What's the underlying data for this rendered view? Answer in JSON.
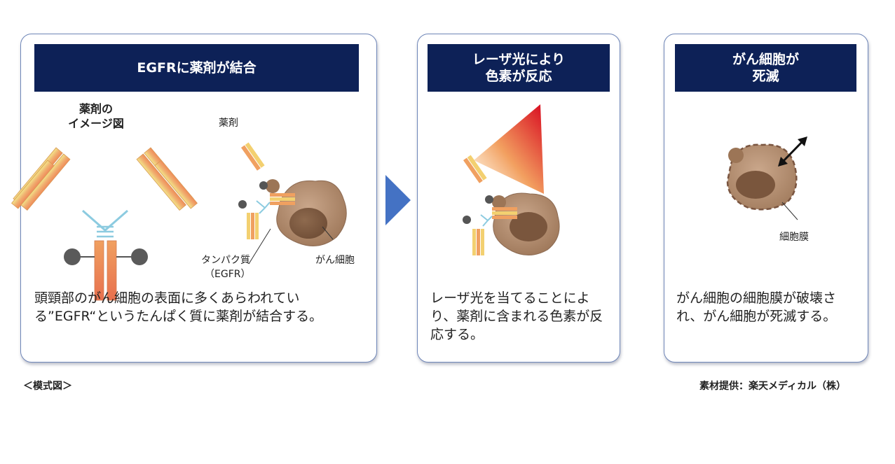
{
  "panels": [
    {
      "header": "EGFRに薬剤が結合",
      "drug_image_label": "薬剤の\nイメージ図",
      "label_drug": "薬剤",
      "label_protein": "タンパク質",
      "label_egfr": "（EGFR）",
      "label_cancer_cell": "がん細胞",
      "description": "頭頸部のがん細胞の表面に多くあらわれている”EGFR“というたんぱく質に薬剤が結合する。"
    },
    {
      "header": "レーザ光により\n色素が反応",
      "description": "レーザ光を当てることにより、薬剤に含まれる色素が反応する。"
    },
    {
      "header": "がん細胞が\n死滅",
      "label_membrane": "細胞膜",
      "description": "がん細胞の細胞膜が破壊され、がん細胞が死滅する。"
    }
  ],
  "footer": {
    "left": "＜模式図＞",
    "right": "素材提供：楽天メディカル（株）"
  },
  "colors": {
    "header_bg": "#0d2157",
    "arrow": "#4472c4",
    "cell": "#a88266",
    "laser": "#e01020"
  }
}
